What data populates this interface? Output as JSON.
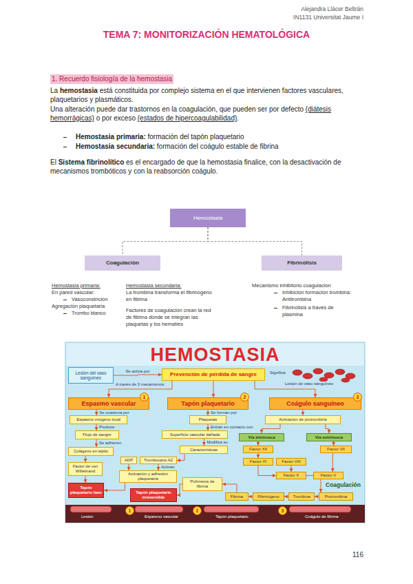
{
  "diagram": {
    "title": "TEMA 7: MONITORIZACIÓN HEMATOLÓGICA",
    "nodes": [
      {
        "text": [
          "Hemostasia"
        ]
      },
      {
        "text": [
          "Coagulación"
        ]
      },
      {
        "text": [
          "Fibrinólisis"
        ]
      },
      {
        "text": [
          "HEMOSTASIA"
        ]
      },
      {
        "text": [
          "Lesión del vaso sanguíneo"
        ],
        "in": 3
      },
      {
        "text": [
          "Prevención de pérdida de sangre"
        ],
        "in": 3
      },
      {
        "text": [
          "Espasmo vascular"
        ],
        "in": 3
      },
      {
        "text": [
          "Tapón plaquetario"
        ],
        "in": 3
      },
      {
        "text": [
          "Coágulo sanguíneo"
        ],
        "in": 3
      },
      {
        "text": [
          "Espasmo miógeno local"
        ],
        "in": 3
      },
      {
        "text": [
          "Flujo de sangre"
        ],
        "in": 3
      },
      {
        "text": [
          "Colágeno en tejido"
        ],
        "in": 3
      },
      {
        "text": [
          "Factor de von Willebrand"
        ],
        "in": 3
      },
      {
        "text": [
          "Tapón plaquetario laxo"
        ],
        "in": 3
      },
      {
        "text": [
          "Tapón plaquetario irreversible"
        ],
        "in": 3
      },
      {
        "text": [
          "Plaquetas"
        ],
        "in": 3
      },
      {
        "text": [
          "Superficie vascular dañada"
        ],
        "in": 3
      },
      {
        "text": [
          "Características"
        ],
        "in": 3
      },
      {
        "text": [
          "ADP"
        ],
        "in": 3
      },
      {
        "text": [
          "Tromboxano A2"
        ],
        "in": 3
      },
      {
        "text": [
          "Activación y adhesión plaquetaria"
        ],
        "in": 3
      },
      {
        "text": [
          "Polímeros de fibrina"
        ],
        "in": 3
      },
      {
        "text": [
          "Activación de protrombina"
        ],
        "in": 3
      },
      {
        "text": [
          "Vía intrínseca"
        ],
        "in": 3
      },
      {
        "text": [
          "Vía extrínseca"
        ],
        "in": 3
      },
      {
        "text": [
          "Factor XII"
        ],
        "in": 3
      },
      {
        "text": [
          "Factor IX"
        ],
        "in": 3
      },
      {
        "text": [
          "Factor VIII"
        ],
        "in": 3
      },
      {
        "text": [
          "Factor X"
        ],
        "in": 3
      },
      {
        "text": [
          "Factor VII"
        ],
        "in": 3
      },
      {
        "text": [
          "Factor V"
        ],
        "in": 3
      },
      {
        "text": [
          "Protrombina"
        ],
        "in": 3
      },
      {
        "text": [
          "Trombina"
        ],
        "in": 3
      },
      {
        "text": [
          "Fibrinógeno"
        ],
        "in": 3
      },
      {
        "text": [
          "Fibrina"
        ],
        "in": 3
      }
    ],
    "edges": [
      {
        "from": 0,
        "to": 1,
        "arrow": "none"
      },
      {
        "from": 0,
        "to": 2,
        "arrow": "none"
      },
      {
        "from": 4,
        "to": 5,
        "arrow": "to",
        "label": "Se activa por"
      },
      {
        "from": 5,
        "to": 6,
        "arrow": "to"
      },
      {
        "from": 5,
        "to": 7,
        "arrow": "to"
      },
      {
        "from": 5,
        "to": 8,
        "arrow": "to"
      },
      {
        "from": 6,
        "to": 9,
        "arrow": "to",
        "label": "Se ocasiona por"
      },
      {
        "from": 9,
        "to": 10,
        "arrow": "to",
        "label": "Produce"
      },
      {
        "from": 10,
        "to": 11,
        "arrow": "to",
        "label": "Se adhieren"
      },
      {
        "from": 11,
        "to": 12,
        "arrow": "to"
      },
      {
        "from": 12,
        "to": 13,
        "arrow": "to"
      },
      {
        "from": 7,
        "to": 15,
        "arrow": "to",
        "label": "Se forman por"
      },
      {
        "from": 15,
        "to": 16,
        "arrow": "to",
        "label": "Entran en contacto con"
      },
      {
        "from": 16,
        "to": 17,
        "arrow": "to",
        "label": "Modifica su"
      },
      {
        "from": 17,
        "to": 19,
        "arrow": "to"
      },
      {
        "from": 18,
        "to": 20,
        "arrow": "to"
      },
      {
        "from": 19,
        "to": 20,
        "arrow": "to",
        "label": "Activan"
      },
      {
        "from": 20,
        "to": 13,
        "arrow": "to"
      },
      {
        "from": 21,
        "to": 14,
        "arrow": "to"
      },
      {
        "from": 8,
        "to": 22,
        "arrow": "to"
      },
      {
        "from": 22,
        "to": 23,
        "arrow": "to"
      },
      {
        "from": 22,
        "to": 24,
        "arrow": "to"
      },
      {
        "from": 23,
        "to": 25,
        "arrow": "to"
      },
      {
        "from": 25,
        "to": 26,
        "arrow": "to"
      },
      {
        "from": 26,
        "to": 28,
        "arrow": "to"
      },
      {
        "from": 27,
        "to": 28,
        "arrow": "to"
      },
      {
        "from": 24,
        "to": 29,
        "arrow": "to"
      },
      {
        "from": 29,
        "to": 30,
        "arrow": "to"
      },
      {
        "from": 28,
        "to": 30,
        "arrow": "none"
      },
      {
        "from": 30,
        "to": 31,
        "arrow": "to"
      },
      {
        "from": 31,
        "to": 32,
        "arrow": "to"
      },
      {
        "from": 32,
        "to": 33,
        "arrow": "to"
      },
      {
        "from": 33,
        "to": 34,
        "arrow": "to"
      },
      {
        "from": 34,
        "to": 21,
        "arrow": "to"
      }
    ],
    "labels": [
      "Alejandra Llácer Beltrán",
      "IN1131 Universitat Jaume I",
      "1. Recuerdo fisiología de la hemostasia",
      "La",
      "hemostasia",
      "está constituida por complejo sistema en el que intervienen factores vasculares, plaquetarios y plasmáticos.",
      "Una alteración puede dar trastornos en la coagulación, que pueden ser por defecto",
      "(diátesis hemorrágicas)",
      "o por exceso",
      "(estados de hipercoagulabilidad)",
      ".",
      "Hemostasia primaria:",
      "formación del tapón plaquetario",
      "Hemostasia secundaria:",
      "formación del coágulo estable de fibrina",
      "El",
      "Sistema fibrinolítico",
      "es el encargado de que la hemostasia finalice, con la desactivación de mecanismos trombóticos y con la reabsorción coágulo.",
      "Hemostasia primaria:",
      "En pared vascular:",
      "Vasoconstrición",
      "Agregación plaquetaria",
      "Trombo blanco",
      "Hemostasia secundaria:",
      "La trombina transforma el fibrinógeno en fibrina",
      "Factores de coagulación crean la red de fibrina donde se integran las plaquetas y los hematíes",
      "Mecanismo inhibitorio coagulación",
      "Inhibición formación trombina: Antitrombina",
      "Fibrinólisis a través de plasmina",
      "Significa",
      "A través de 3 mecanismos",
      "Lesión de vaso sanguíneo",
      "1",
      "2",
      "3",
      "Coagulación",
      "Lesión",
      "Espasmo vascular",
      "Tapón plaquetario",
      "Coágulo de fibrina",
      "1",
      "2",
      "3",
      "116"
    ]
  }
}
